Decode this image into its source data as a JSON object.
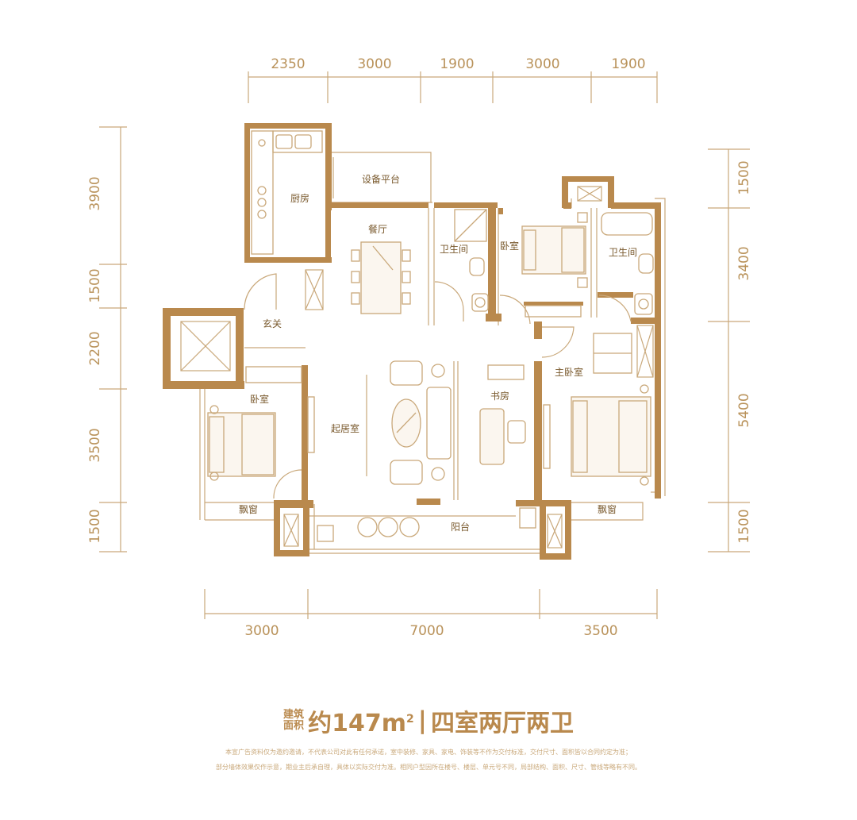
{
  "dimensions": {
    "top": [
      "2350",
      "3000",
      "1900",
      "3000",
      "1900"
    ],
    "bottom": [
      "3000",
      "7000",
      "3500"
    ],
    "left": [
      "3900",
      "1500",
      "2200",
      "3500",
      "1500"
    ],
    "right": [
      "1500",
      "3400",
      "5400",
      "1500"
    ]
  },
  "rooms": {
    "kitchen": "厨房",
    "equipment_platform": "设备平台",
    "dining": "餐厅",
    "bathroom_1": "卫生间",
    "bedroom_north": "卧室",
    "bathroom_2": "卫生间",
    "entrance": "玄关",
    "master_bedroom": "主卧室",
    "bedroom_west": "卧室",
    "living_room": "起居室",
    "study": "书房",
    "bay_window_left": "飘窗",
    "bay_window_right": "飘窗",
    "balcony": "阳台"
  },
  "summary": {
    "area_label_line1": "建筑",
    "area_label_line2": "面积",
    "area_value": "约147m",
    "area_superscript": "2",
    "separator": "|",
    "layout": "四室两厅两卫"
  },
  "disclaimer": {
    "line1": "本宣广告资料仅为邀约邀请，不代表公司对此有任何承诺，室中装修、家具、家电、饰装等不作为交付标准，交付尺寸、面积皆以合同约定为准；",
    "line2": "部分墙体效果仅作示意，期业主后承自理，具体以实际交付为准。相同户型因所在楼号、楼层、单元号不同，局部结构、面积、尺寸、管线等略有不同。"
  },
  "colors": {
    "wall": "#b9894d",
    "line": "#c9a87a",
    "text": "#b9925a"
  }
}
